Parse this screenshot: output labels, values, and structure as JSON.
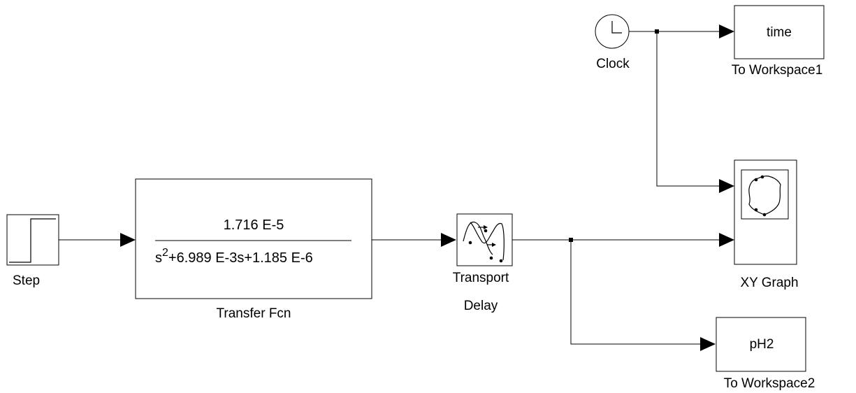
{
  "blocks": {
    "step": {
      "label": "Step"
    },
    "transfer_fcn": {
      "label": "Transfer Fcn",
      "numerator": "1.716 E-5",
      "denominator_prefix": "s",
      "denominator_exponent": "2",
      "denominator_rest": "+6.989 E-3s+1.185 E-6"
    },
    "transport_delay": {
      "label_line1": "Transport",
      "label_line2": "Delay"
    },
    "clock": {
      "label": "Clock"
    },
    "to_workspace1": {
      "label": "To Workspace1",
      "variable": "time"
    },
    "xy_graph": {
      "label": "XY Graph"
    },
    "to_workspace2": {
      "label": "To Workspace2",
      "variable": "pH2"
    }
  },
  "icons": {
    "step": "step-signal-icon",
    "clock": "clock-icon",
    "transport_delay": "transport-delay-icon",
    "xy_graph": "xy-graph-icon"
  }
}
